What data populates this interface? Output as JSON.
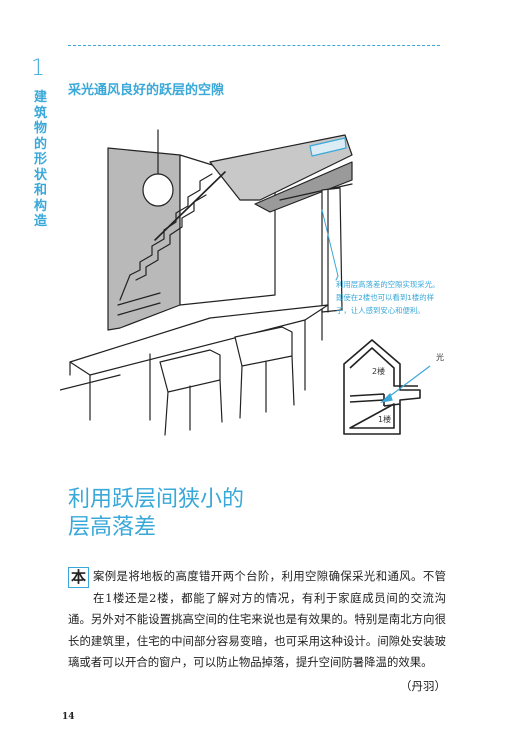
{
  "chapter": {
    "number": "1",
    "title": "建筑物的形状和构造"
  },
  "section": {
    "title": "采光通风良好的跃层的空隙"
  },
  "illustration": {
    "callout": "利用层高落差的空隙实现采光。即使在2楼也可以看到1楼的样子，让人感到安心和便利。",
    "floor_2": "2楼",
    "floor_1": "1楼",
    "light": "光"
  },
  "article": {
    "heading_line1": "利用跃层间狭小的",
    "heading_line2": "层高落差",
    "drop_char": "本",
    "body": "案例是将地板的高度错开两个台阶，利用空隙确保采光和通风。不管在1楼还是2楼，都能了解对方的情况，有利于家庭成员间的交流沟通。另外对不能设置挑高空间的住宅来说也是有效果的。特别是南北方向很长的建筑里，住宅的中间部分容易变暗，也可采用这种设计。间隙处安装玻璃或者可以开合的窗户，可以防止物品掉落，提升空间防暑降温的效果。",
    "author": "（丹羽）"
  },
  "page": {
    "number": "14"
  },
  "colors": {
    "accent": "#3aa8d8",
    "text": "#222222"
  }
}
